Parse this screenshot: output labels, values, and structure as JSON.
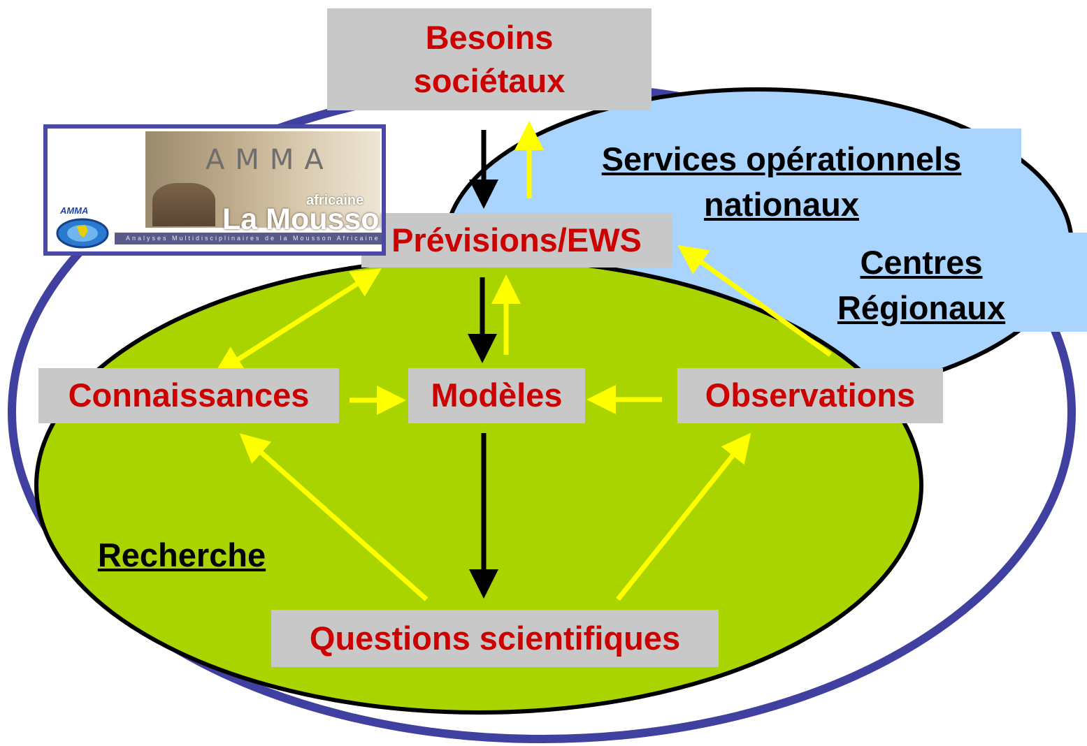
{
  "nodes": {
    "besoins": "Besoins sociétaux",
    "previsions": "Prévisions/EWS",
    "connaissances": "Connaissances",
    "modeles": "Modèles",
    "observations": "Observations",
    "questions": "Questions scientifiques"
  },
  "regions": {
    "services": "Services opérationnels nationaux",
    "centres": "Centres Régionaux",
    "recherche": "Recherche"
  },
  "logo": {
    "amma_wordmark": "AMMA",
    "subtitle_small": "africaine",
    "title": "La Mousson",
    "tagline": "Analyses Multidisciplinaires de la Mousson Africaine",
    "badge": "AMMA"
  },
  "colors": {
    "node_text": "#cc0000",
    "node_bg": "#c8c8c8",
    "research_ellipse": "#aad400",
    "services_ellipse": "#a8d4fd",
    "outer_ellipse": "#4040a0",
    "arrow_yellow": "#ffff00",
    "arrow_black": "#000000"
  }
}
